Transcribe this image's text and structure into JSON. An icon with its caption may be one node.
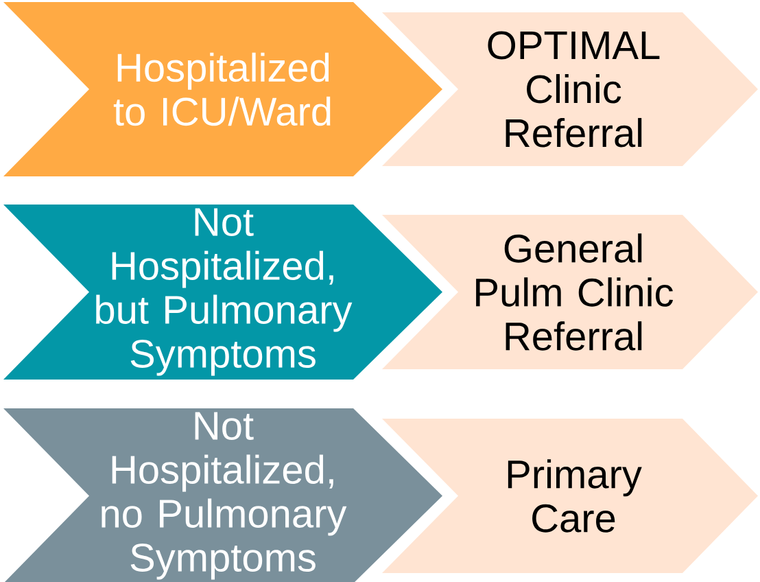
{
  "diagram": {
    "nodes": [
      {
        "text": [
          "Hospitalized to ICU/Ward"
        ]
      },
      {
        "text": [
          "OPTIMAL Clinic Referral"
        ]
      },
      {
        "text": [
          "Not Hospitalized, but Pulmonary Symptoms"
        ]
      },
      {
        "text": [
          "General Pulm Clinic Referral"
        ]
      },
      {
        "text": [
          "Not Hospitalized, no Pulmonary Symptoms"
        ]
      },
      {
        "text": [
          "Primary Care"
        ]
      }
    ]
  }
}
